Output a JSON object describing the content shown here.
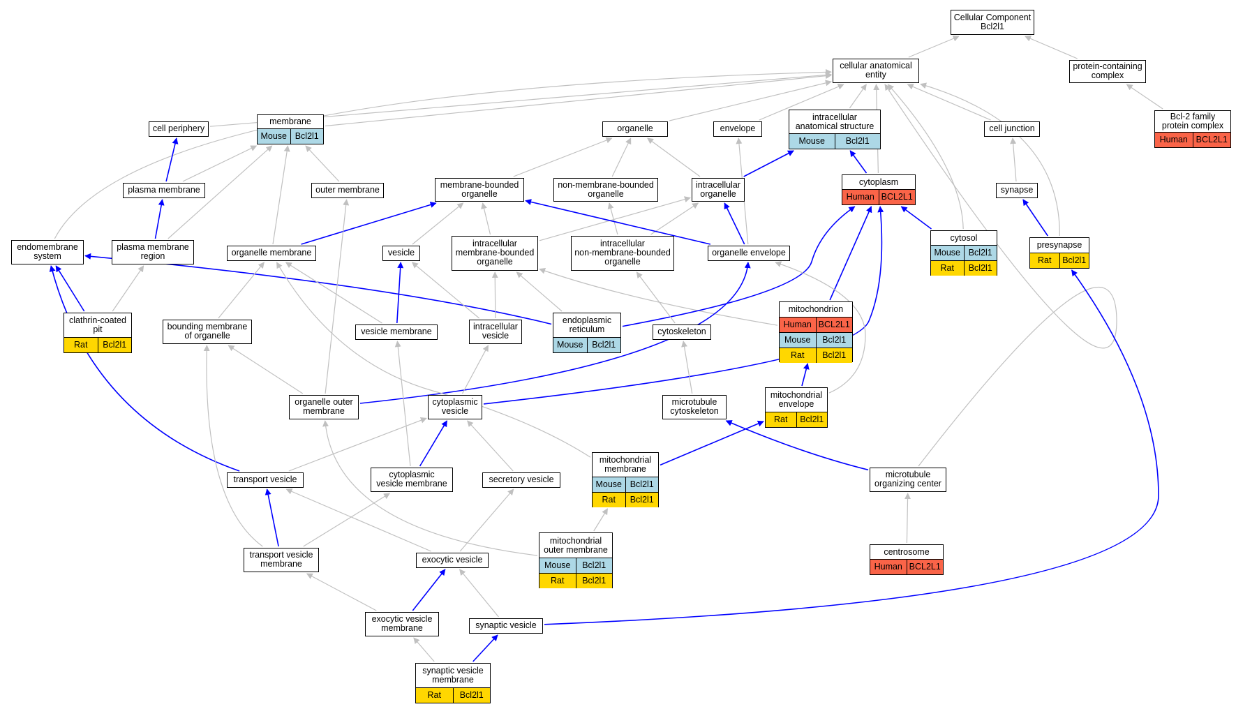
{
  "colors": {
    "human": "#fa6448",
    "mouse": "#add8e6",
    "rat": "#ffd700",
    "edge_is_a": "#c0c0c0",
    "edge_part_of": "#0000ff"
  },
  "nodes": [
    {
      "id": "root",
      "label": "Cellular Component\nBcl2l1"
    },
    {
      "id": "cae",
      "label": "cellular anatomical\nentity"
    },
    {
      "id": "pcc",
      "label": "protein-containing\ncomplex"
    },
    {
      "id": "bcl2c",
      "label": "Bcl-2 family\nprotein complex",
      "annotations": [
        {
          "species": "Human",
          "gene": "BCL2L1"
        }
      ]
    },
    {
      "id": "cellper",
      "label": "cell periphery"
    },
    {
      "id": "membrane",
      "label": "membrane",
      "annotations": [
        {
          "species": "Mouse",
          "gene": "Bcl2l1"
        }
      ]
    },
    {
      "id": "organelle",
      "label": "organelle"
    },
    {
      "id": "envelope",
      "label": "envelope"
    },
    {
      "id": "ias",
      "label": "intracellular\nanatomical structure",
      "annotations": [
        {
          "species": "Mouse",
          "gene": "Bcl2l1"
        }
      ]
    },
    {
      "id": "celljunc",
      "label": "cell junction"
    },
    {
      "id": "pm",
      "label": "plasma membrane"
    },
    {
      "id": "outermem",
      "label": "outer membrane"
    },
    {
      "id": "mbo",
      "label": "membrane-bounded\norganelle"
    },
    {
      "id": "nmbo",
      "label": "non-membrane-bounded\norganelle"
    },
    {
      "id": "io",
      "label": "intracellular\norganelle"
    },
    {
      "id": "cytoplasm",
      "label": "cytoplasm",
      "annotations": [
        {
          "species": "Human",
          "gene": "BCL2L1"
        }
      ]
    },
    {
      "id": "synapse",
      "label": "synapse"
    },
    {
      "id": "endosys",
      "label": "endomembrane\nsystem"
    },
    {
      "id": "pmr",
      "label": "plasma membrane\nregion"
    },
    {
      "id": "orgmem",
      "label": "organelle membrane"
    },
    {
      "id": "vesicle",
      "label": "vesicle"
    },
    {
      "id": "imbo",
      "label": "intracellular\nmembrane-bounded\norganelle"
    },
    {
      "id": "inmbo",
      "label": "intracellular\nnon-membrane-bounded\norganelle"
    },
    {
      "id": "orgenv",
      "label": "organelle envelope"
    },
    {
      "id": "cytosol",
      "label": "cytosol",
      "annotations": [
        {
          "species": "Mouse",
          "gene": "Bcl2l1"
        },
        {
          "species": "Rat",
          "gene": "Bcl2l1"
        }
      ]
    },
    {
      "id": "presyn",
      "label": "presynapse",
      "annotations": [
        {
          "species": "Rat",
          "gene": "Bcl2l1"
        }
      ]
    },
    {
      "id": "mito",
      "label": "mitochondrion",
      "annotations": [
        {
          "species": "Human",
          "gene": "BCL2L1"
        },
        {
          "species": "Mouse",
          "gene": "Bcl2l1"
        },
        {
          "species": "Rat",
          "gene": "Bcl2l1"
        }
      ]
    },
    {
      "id": "ccpit",
      "label": "clathrin-coated\npit",
      "annotations": [
        {
          "species": "Rat",
          "gene": "Bcl2l1"
        }
      ]
    },
    {
      "id": "bmo",
      "label": "bounding membrane\nof organelle"
    },
    {
      "id": "vesmem",
      "label": "vesicle membrane"
    },
    {
      "id": "iv",
      "label": "intracellular\nvesicle"
    },
    {
      "id": "er",
      "label": "endoplasmic\nreticulum",
      "annotations": [
        {
          "species": "Mouse",
          "gene": "Bcl2l1"
        }
      ]
    },
    {
      "id": "cytoskel",
      "label": "cytoskeleton"
    },
    {
      "id": "oom",
      "label": "organelle outer\nmembrane"
    },
    {
      "id": "cytves",
      "label": "cytoplasmic\nvesicle"
    },
    {
      "id": "mtcyto",
      "label": "microtubule\ncytoskeleton"
    },
    {
      "id": "mitoenv",
      "label": "mitochondrial\nenvelope",
      "annotations": [
        {
          "species": "Rat",
          "gene": "Bcl2l1"
        }
      ]
    },
    {
      "id": "transves",
      "label": "transport vesicle"
    },
    {
      "id": "cvm",
      "label": "cytoplasmic\nvesicle membrane"
    },
    {
      "id": "secves",
      "label": "secretory vesicle"
    },
    {
      "id": "mitomem",
      "label": "mitochondrial\nmembrane",
      "annotations": [
        {
          "species": "Mouse",
          "gene": "Bcl2l1"
        },
        {
          "species": "Rat",
          "gene": "Bcl2l1"
        }
      ]
    },
    {
      "id": "mtoc",
      "label": "microtubule\norganizing center"
    },
    {
      "id": "tvm",
      "label": "transport vesicle\nmembrane"
    },
    {
      "id": "exoves",
      "label": "exocytic vesicle"
    },
    {
      "id": "mom",
      "label": "mitochondrial\nouter membrane",
      "annotations": [
        {
          "species": "Mouse",
          "gene": "Bcl2l1"
        },
        {
          "species": "Rat",
          "gene": "Bcl2l1"
        }
      ]
    },
    {
      "id": "centro",
      "label": "centrosome",
      "annotations": [
        {
          "species": "Human",
          "gene": "BCL2L1"
        }
      ]
    },
    {
      "id": "evm",
      "label": "exocytic vesicle\nmembrane"
    },
    {
      "id": "synves",
      "label": "synaptic vesicle"
    },
    {
      "id": "svm",
      "label": "synaptic vesicle\nmembrane",
      "annotations": [
        {
          "species": "Rat",
          "gene": "Bcl2l1"
        }
      ]
    }
  ],
  "edges": [
    {
      "from": "cae",
      "to": "root",
      "type": "is_a"
    },
    {
      "from": "pcc",
      "to": "root",
      "type": "is_a"
    },
    {
      "from": "bcl2c",
      "to": "pcc",
      "type": "is_a"
    },
    {
      "from": "cellper",
      "to": "cae",
      "type": "is_a"
    },
    {
      "from": "membrane",
      "to": "cae",
      "type": "is_a"
    },
    {
      "from": "organelle",
      "to": "cae",
      "type": "is_a"
    },
    {
      "from": "envelope",
      "to": "cae",
      "type": "is_a"
    },
    {
      "from": "ias",
      "to": "cae",
      "type": "is_a"
    },
    {
      "from": "celljunc",
      "to": "cae",
      "type": "is_a"
    },
    {
      "from": "endosys",
      "to": "cae",
      "type": "is_a"
    },
    {
      "from": "cytoplasm",
      "to": "cae",
      "type": "is_a"
    },
    {
      "from": "cytosol",
      "to": "cae",
      "type": "is_a"
    },
    {
      "from": "presyn",
      "to": "cae",
      "type": "is_a"
    },
    {
      "from": "mtoc",
      "to": "cae",
      "type": "is_a"
    },
    {
      "from": "pm",
      "to": "cellper",
      "type": "part_of"
    },
    {
      "from": "pm",
      "to": "membrane",
      "type": "is_a"
    },
    {
      "from": "outermem",
      "to": "membrane",
      "type": "is_a"
    },
    {
      "from": "orgmem",
      "to": "membrane",
      "type": "is_a"
    },
    {
      "from": "pmr",
      "to": "membrane",
      "type": "is_a"
    },
    {
      "from": "pmr",
      "to": "pm",
      "type": "part_of"
    },
    {
      "from": "mbo",
      "to": "organelle",
      "type": "is_a"
    },
    {
      "from": "nmbo",
      "to": "organelle",
      "type": "is_a"
    },
    {
      "from": "io",
      "to": "organelle",
      "type": "is_a"
    },
    {
      "from": "io",
      "to": "ias",
      "type": "part_of"
    },
    {
      "from": "orgenv",
      "to": "envelope",
      "type": "is_a"
    },
    {
      "from": "cytoplasm",
      "to": "ias",
      "type": "part_of"
    },
    {
      "from": "synapse",
      "to": "celljunc",
      "type": "is_a"
    },
    {
      "from": "presyn",
      "to": "synapse",
      "type": "part_of"
    },
    {
      "from": "ccpit",
      "to": "endosys",
      "type": "part_of"
    },
    {
      "from": "ccpit",
      "to": "pmr",
      "type": "is_a"
    },
    {
      "from": "orgmem",
      "to": "mbo",
      "type": "part_of"
    },
    {
      "from": "vesicle",
      "to": "mbo",
      "type": "is_a"
    },
    {
      "from": "imbo",
      "to": "mbo",
      "type": "is_a"
    },
    {
      "from": "imbo",
      "to": "io",
      "type": "is_a"
    },
    {
      "from": "inmbo",
      "to": "nmbo",
      "type": "is_a"
    },
    {
      "from": "inmbo",
      "to": "io",
      "type": "is_a"
    },
    {
      "from": "orgenv",
      "to": "io",
      "type": "part_of"
    },
    {
      "from": "orgenv",
      "to": "mbo",
      "type": "part_of"
    },
    {
      "from": "cytosol",
      "to": "cytoplasm",
      "type": "part_of"
    },
    {
      "from": "mito",
      "to": "cytoplasm",
      "type": "part_of"
    },
    {
      "from": "mito",
      "to": "imbo",
      "type": "is_a"
    },
    {
      "from": "er",
      "to": "endosys",
      "type": "part_of"
    },
    {
      "from": "er",
      "to": "imbo",
      "type": "is_a"
    },
    {
      "from": "er",
      "to": "cytoplasm",
      "type": "part_of"
    },
    {
      "from": "bmo",
      "to": "orgmem",
      "type": "is_a"
    },
    {
      "from": "vesmem",
      "to": "orgmem",
      "type": "is_a"
    },
    {
      "from": "vesmem",
      "to": "vesicle",
      "type": "part_of"
    },
    {
      "from": "iv",
      "to": "vesicle",
      "type": "is_a"
    },
    {
      "from": "iv",
      "to": "imbo",
      "type": "is_a"
    },
    {
      "from": "cytoskel",
      "to": "inmbo",
      "type": "is_a"
    },
    {
      "from": "oom",
      "to": "bmo",
      "type": "is_a"
    },
    {
      "from": "oom",
      "to": "outermem",
      "type": "is_a"
    },
    {
      "from": "oom",
      "to": "orgenv",
      "type": "part_of"
    },
    {
      "from": "cytves",
      "to": "iv",
      "type": "is_a"
    },
    {
      "from": "cytves",
      "to": "cytoplasm",
      "type": "part_of"
    },
    {
      "from": "mtcyto",
      "to": "cytoskel",
      "type": "is_a"
    },
    {
      "from": "mitoenv",
      "to": "mito",
      "type": "part_of"
    },
    {
      "from": "mitoenv",
      "to": "orgenv",
      "type": "is_a"
    },
    {
      "from": "transves",
      "to": "cytves",
      "type": "is_a"
    },
    {
      "from": "transves",
      "to": "endosys",
      "type": "part_of"
    },
    {
      "from": "cvm",
      "to": "cytves",
      "type": "part_of"
    },
    {
      "from": "cvm",
      "to": "vesmem",
      "type": "is_a"
    },
    {
      "from": "secves",
      "to": "cytves",
      "type": "is_a"
    },
    {
      "from": "mitomem",
      "to": "mitoenv",
      "type": "part_of"
    },
    {
      "from": "mitomem",
      "to": "orgmem",
      "type": "is_a"
    },
    {
      "from": "mtoc",
      "to": "mtcyto",
      "type": "part_of"
    },
    {
      "from": "tvm",
      "to": "transves",
      "type": "part_of"
    },
    {
      "from": "tvm",
      "to": "cvm",
      "type": "is_a"
    },
    {
      "from": "tvm",
      "to": "bmo",
      "type": "is_a"
    },
    {
      "from": "exoves",
      "to": "secves",
      "type": "is_a"
    },
    {
      "from": "exoves",
      "to": "transves",
      "type": "is_a"
    },
    {
      "from": "mom",
      "to": "mitomem",
      "type": "is_a"
    },
    {
      "from": "mom",
      "to": "oom",
      "type": "is_a"
    },
    {
      "from": "centro",
      "to": "mtoc",
      "type": "is_a"
    },
    {
      "from": "evm",
      "to": "exoves",
      "type": "part_of"
    },
    {
      "from": "evm",
      "to": "tvm",
      "type": "is_a"
    },
    {
      "from": "synves",
      "to": "exoves",
      "type": "is_a"
    },
    {
      "from": "synves",
      "to": "presyn",
      "type": "part_of"
    },
    {
      "from": "svm",
      "to": "synves",
      "type": "part_of"
    },
    {
      "from": "svm",
      "to": "evm",
      "type": "is_a"
    }
  ]
}
